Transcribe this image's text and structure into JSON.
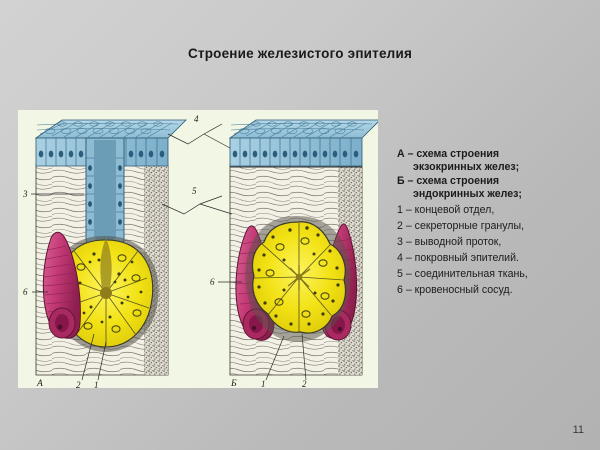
{
  "slide": {
    "title": "Строение железистого эпителия",
    "page_number": "11"
  },
  "legend": {
    "entries": [
      {
        "key": "А",
        "lines": [
          "А – схема строения",
          "экзокринных желез;"
        ],
        "bold": true
      },
      {
        "key": "Б",
        "lines": [
          "Б – схема строения",
          "эндокринных желез;"
        ],
        "bold": true
      },
      {
        "key": "1",
        "lines": [
          "1 – концевой отдел,"
        ],
        "bold": false
      },
      {
        "key": "2",
        "lines": [
          "2 – секреторные гранулы,"
        ],
        "bold": false
      },
      {
        "key": "3",
        "lines": [
          "3 – выводной проток,"
        ],
        "bold": false
      },
      {
        "key": "4",
        "lines": [
          "4 – покровный эпителий."
        ],
        "bold": false
      },
      {
        "key": "5",
        "lines": [
          "5 – соединительная ткань,"
        ],
        "bold": false
      },
      {
        "key": "6",
        "lines": [
          "6 – кровеносный сосуд."
        ],
        "bold": false
      }
    ]
  },
  "figure": {
    "background_color": "#f2f6e4",
    "panel_a": {
      "caption": "А",
      "callouts": [
        "3",
        "6",
        "2",
        "1"
      ],
      "description": "схема строения экзокринных желез"
    },
    "panel_b": {
      "caption": "Б",
      "callouts": [
        "6",
        "1",
        "2"
      ],
      "description": "схема строения эндокринных желез"
    },
    "shared_callouts": [
      "4",
      "5"
    ],
    "colors": {
      "epithelium_blue": "#9cc8dd",
      "epithelium_blue_dark": "#5e93b4",
      "acinus_yellow": "#f2e215",
      "acinus_yellow_dark": "#c9b70a",
      "vessel_magenta": "#c43a76",
      "vessel_magenta_dark": "#8d1f4e",
      "connective_tissue": "#efece0",
      "outline": "#23201c"
    }
  }
}
